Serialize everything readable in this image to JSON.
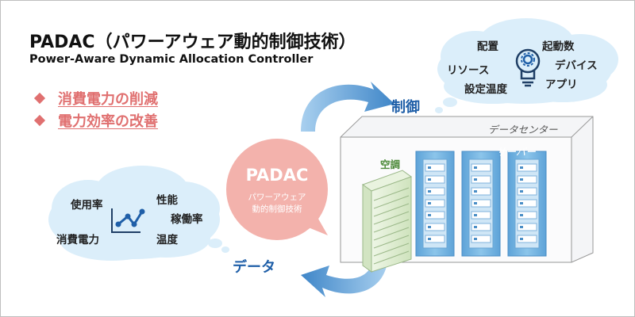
{
  "title": "PADAC（パワーアウェア動的制御技術）",
  "subtitle": "Power-Aware Dynamic Allocation Controller",
  "bullets": [
    "消費電力の削減",
    "電力効率の改善"
  ],
  "arrow_labels": {
    "control": "制御",
    "data": "データ"
  },
  "center_circle": {
    "name": "PADAC",
    "line1": "パワーアウェア",
    "line2": "動的制御技術"
  },
  "datacenter": {
    "label": "データセンター",
    "aircon_label": "空調",
    "server_label": "サーバー"
  },
  "left_cloud": [
    "使用率",
    "性能",
    "稼働率",
    "消費電力",
    "温度"
  ],
  "right_cloud": [
    "配置",
    "起動数",
    "リソース",
    "デバイス",
    "設定温度",
    "アプリ"
  ],
  "colors": {
    "accent_pink": "#e07070",
    "circle_fill": "#f3b2ac",
    "cloud_fill": "#dbeefa",
    "blue_text": "#1f5fa8",
    "arrow_blue": "#4f93cf",
    "server_fill": "#7cb8e2"
  },
  "icons": [
    "line-chart-icon",
    "lightbulb-gear-icon"
  ]
}
